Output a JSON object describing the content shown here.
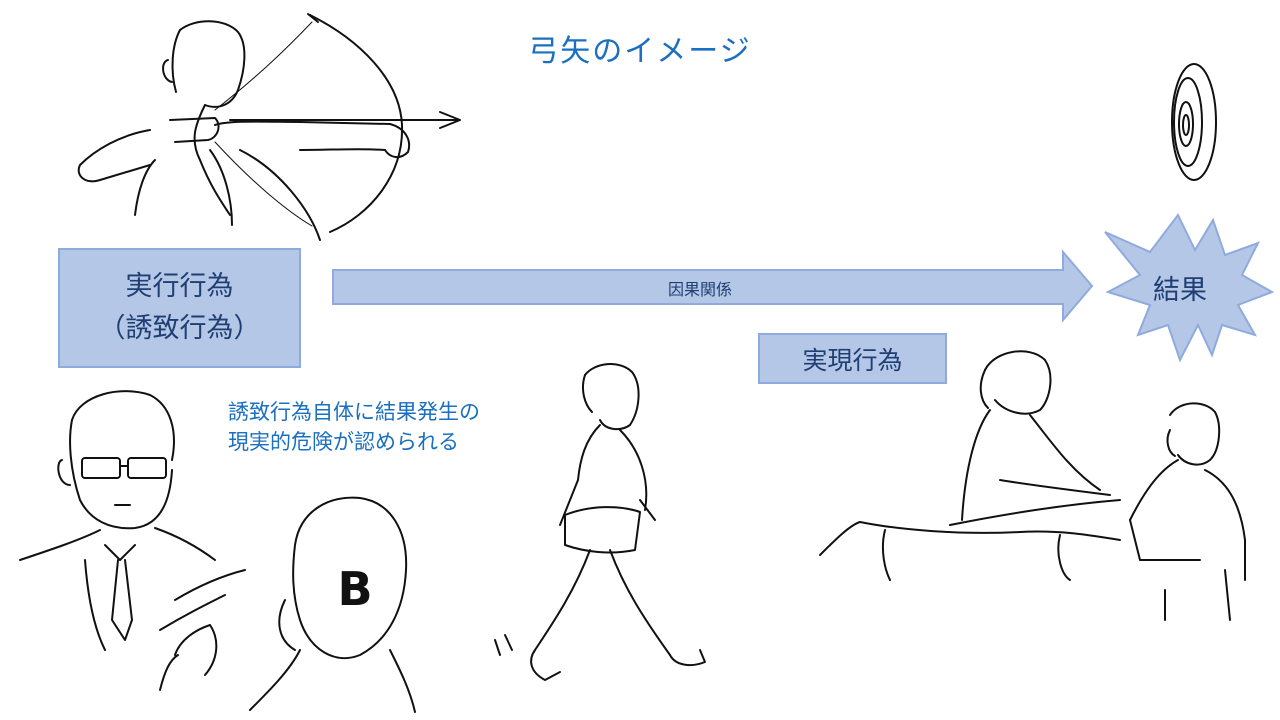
{
  "title": "弓矢のイメージ",
  "execution_box": {
    "line1": "実行行為",
    "line2": "（誘致行為）"
  },
  "causation_label": "因果関係",
  "result_label": "結果",
  "realization_box": "実現行為",
  "note": {
    "line1": "誘致行為自体に結果発生の",
    "line2": "現実的危険が認められる"
  },
  "person_b_label": "B",
  "colors": {
    "box_fill": "#b4c7e7",
    "box_border": "#8faadc",
    "accent_text": "#1a6fc0",
    "box_text": "#1f3f73"
  },
  "icons": [
    "archer-sketch",
    "target-sketch",
    "man-with-phone-sketch",
    "person-b-sketch",
    "walking-woman-sketch",
    "nurse-and-patient-sketch"
  ]
}
